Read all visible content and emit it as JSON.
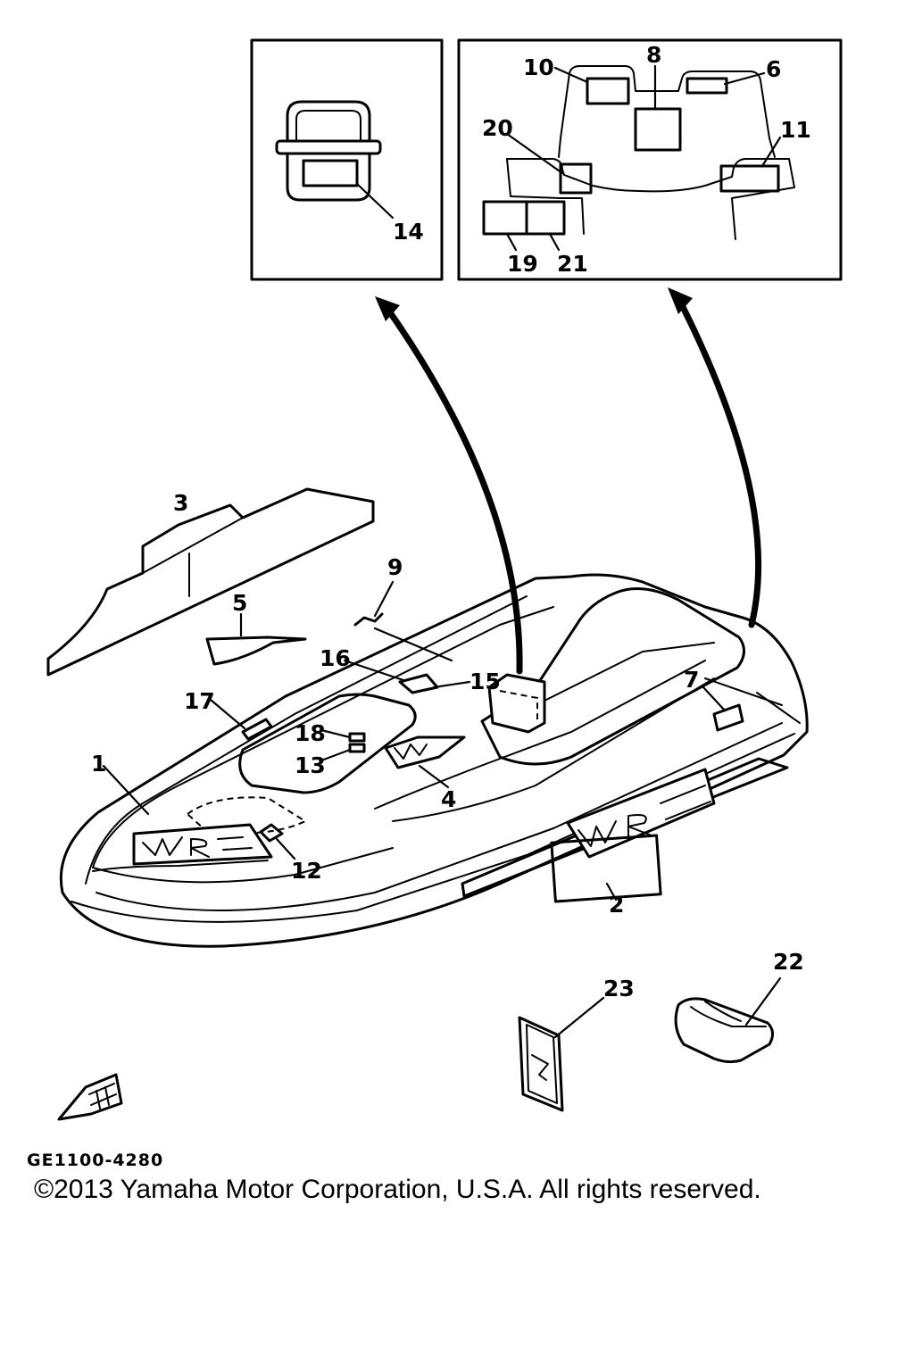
{
  "callouts": {
    "c1": "1",
    "c2": "2",
    "c3": "3",
    "c4": "4",
    "c5": "5",
    "c6": "6",
    "c7": "7",
    "c8": "8",
    "c9": "9",
    "c10": "10",
    "c11": "11",
    "c12": "12",
    "c13": "13",
    "c14": "14",
    "c15": "15",
    "c16": "16",
    "c17": "17",
    "c18": "18",
    "c19": "19",
    "c20": "20",
    "c21": "21",
    "c22": "22",
    "c23": "23"
  },
  "diagram_code": "GE1100-4280",
  "copyright": "©2013 Yamaha Motor Corporation, U.S.A. All rights reserved.",
  "colors": {
    "ink": "#000000",
    "paper": "#ffffff"
  }
}
